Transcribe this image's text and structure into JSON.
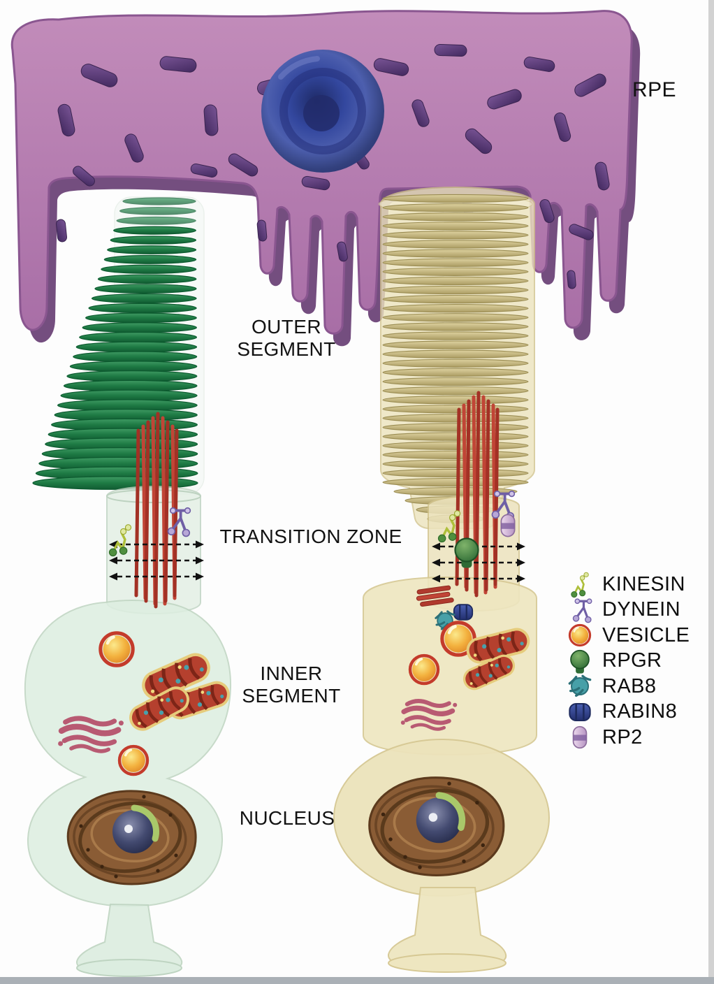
{
  "figure": {
    "subject": "Photoreceptor cilium trafficking diagram (rod and cone)"
  },
  "labels": {
    "rpe": "RPE",
    "outer_segment": "OUTER\nSEGMENT",
    "transition_zone": "TRANSITION ZONE",
    "inner_segment": "INNER\nSEGMENT",
    "nucleus": "NUCLEUS"
  },
  "legend": {
    "items": [
      {
        "name": "kinesin",
        "label": "KINESIN"
      },
      {
        "name": "dynein",
        "label": "DYNEIN"
      },
      {
        "name": "vesicle",
        "label": "VESICLE"
      },
      {
        "name": "rpgr",
        "label": "RPGR"
      },
      {
        "name": "rab8",
        "label": "RAB8"
      },
      {
        "name": "rabin8",
        "label": "RABIN8"
      },
      {
        "name": "rp2",
        "label": "RP2"
      }
    ]
  },
  "colors": {
    "rpe": "#b983b2",
    "rpe_shadow": "#6d4478",
    "melanosome": "#53356f",
    "rpe_nucleus": "#33479e",
    "rod_disc": "#1e7a44",
    "cone_disc": "#cfc08a",
    "axoneme": "#b03a2e",
    "rod_body": "#ddeee0",
    "cone_body": "#ece3bd",
    "vesicle": "#f3b23f",
    "rpgr": "#2e6b35",
    "rab8": "#47a0a8",
    "rabin8": "#2c3f8c",
    "rp2": "#d9bcd9",
    "kinesin": "#aebf3a",
    "dynein": "#8f7fbf"
  }
}
